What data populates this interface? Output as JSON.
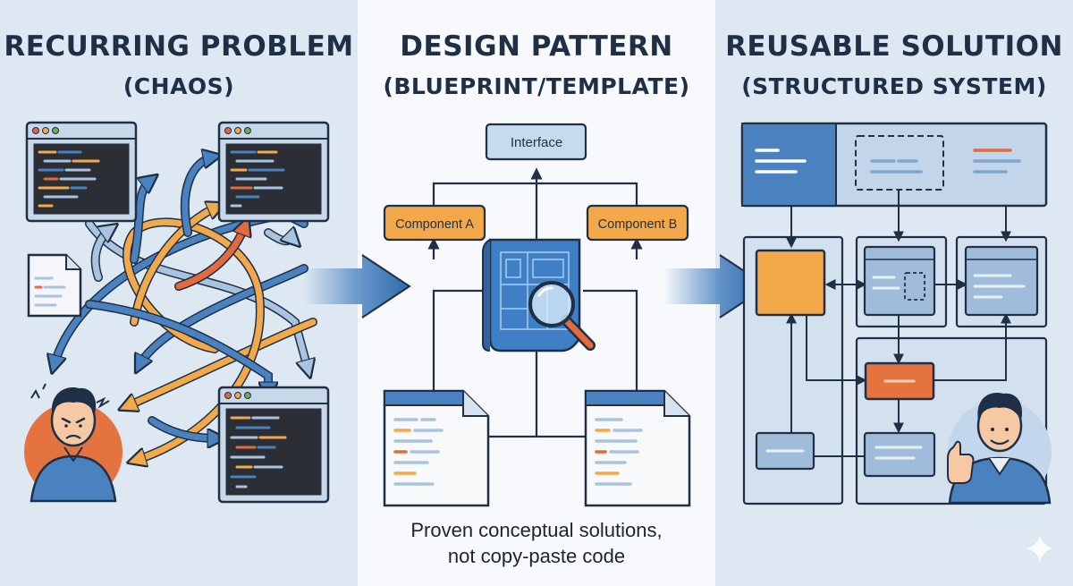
{
  "panels": {
    "left": {
      "title_line1": "RECURRING PROBLEM",
      "title_line2": "(CHAOS)"
    },
    "middle": {
      "title_line1": "DESIGN PATTERN",
      "title_line2": "(BLUEPRINT/TEMPLATE)",
      "interface_label": "Interface",
      "component_a_label": "Component A",
      "component_b_label": "Component B",
      "caption_line1": "Proven conceptual solutions,",
      "caption_line2": "not copy-paste code"
    },
    "right": {
      "title_line1": "REUSABLE SOLUTION",
      "title_line2": "(STRUCTURED SYSTEM)"
    }
  },
  "colors": {
    "navy": "#1f2f45",
    "blue": "#4a82c0",
    "light_blue": "#a9c4e0",
    "orange": "#f3a94a",
    "red": "#e26a3c",
    "panel_bg": "#dde8f3"
  },
  "icons": [
    "code-window-icon",
    "document-icon",
    "frustrated-person-icon",
    "blueprint-icon",
    "magnifier-icon",
    "happy-person-icon",
    "sparkle-icon"
  ]
}
